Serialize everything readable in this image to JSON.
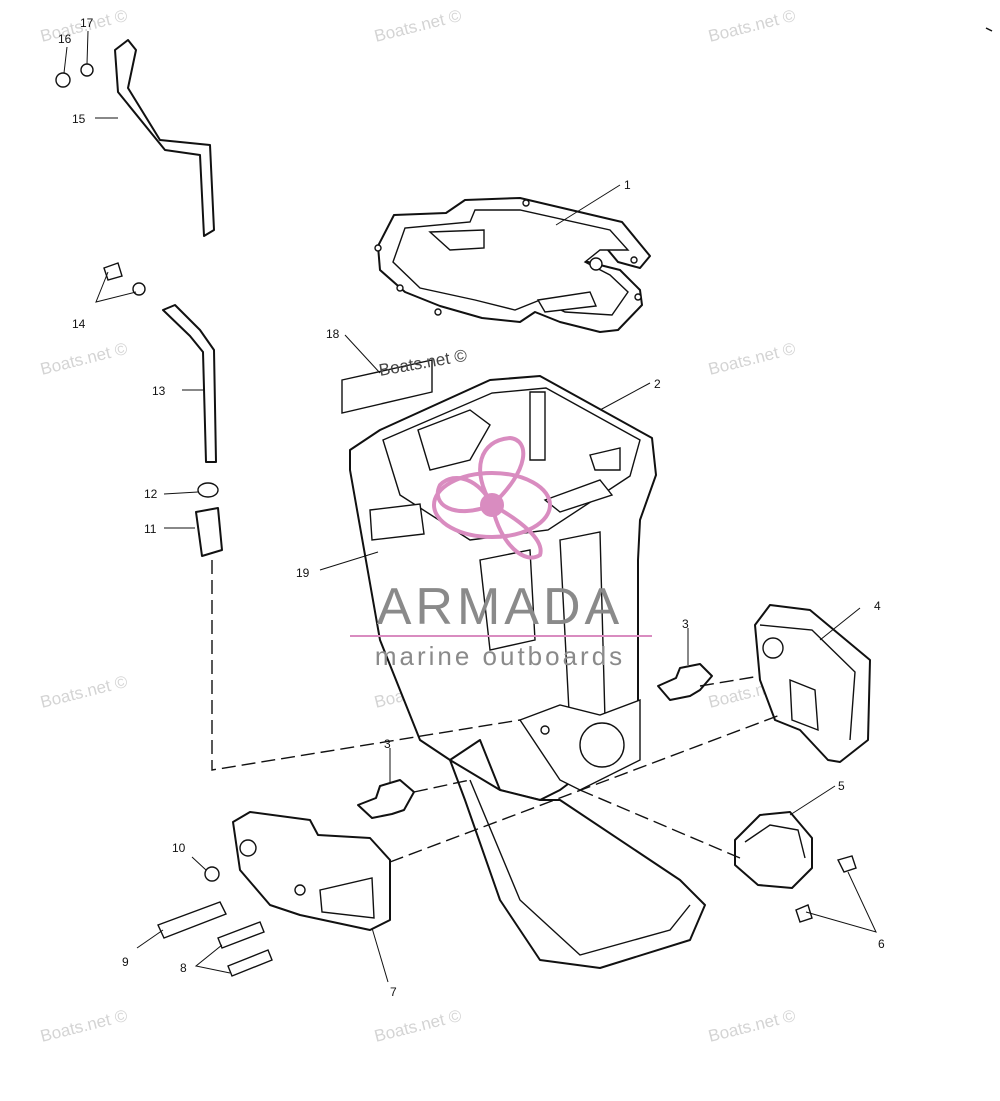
{
  "watermark_text": "Boats.net ©",
  "label_18_text": "Boats.net ©",
  "brand": {
    "name": "ARMADA",
    "tagline": "marine outboards",
    "logo_color": "#d98cc0"
  },
  "callouts": {
    "c1": "1",
    "c2": "2",
    "c3a": "3",
    "c3b": "3",
    "c4": "4",
    "c5": "5",
    "c6": "6",
    "c7": "7",
    "c8": "8",
    "c9": "9",
    "c10": "10",
    "c11": "11",
    "c12": "12",
    "c13": "13",
    "c14": "14",
    "c15": "15",
    "c16": "16",
    "c17": "17",
    "c18": "18",
    "c19": "19"
  }
}
